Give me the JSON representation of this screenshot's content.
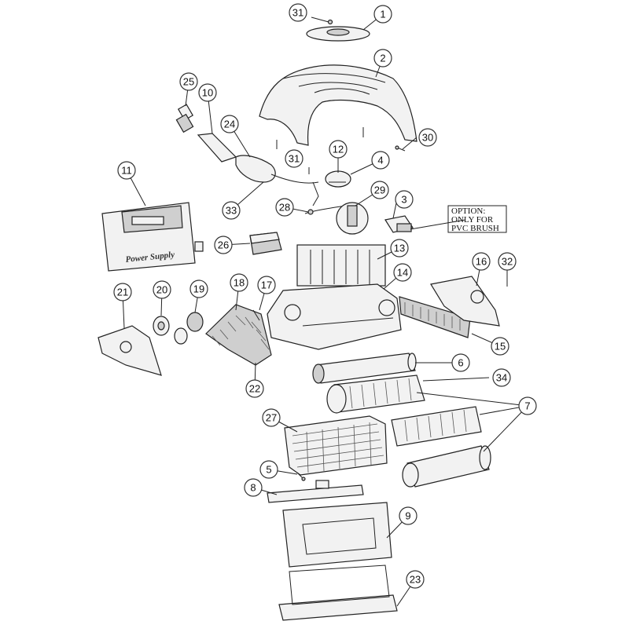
{
  "diagram": {
    "callouts": [
      "1",
      "2",
      "3",
      "4",
      "5",
      "6",
      "7",
      "8",
      "9",
      "10",
      "11",
      "12",
      "13",
      "14",
      "15",
      "16",
      "17",
      "18",
      "19",
      "20",
      "21",
      "22",
      "23",
      "24",
      "25",
      "26",
      "27",
      "28",
      "29",
      "30",
      "31",
      "31",
      "32",
      "33",
      "34"
    ],
    "note": {
      "line1": "OPTION:",
      "line2": "ONLY FOR",
      "line3": "PVC BRUSH"
    },
    "power_supply_label": "Power Supply"
  }
}
